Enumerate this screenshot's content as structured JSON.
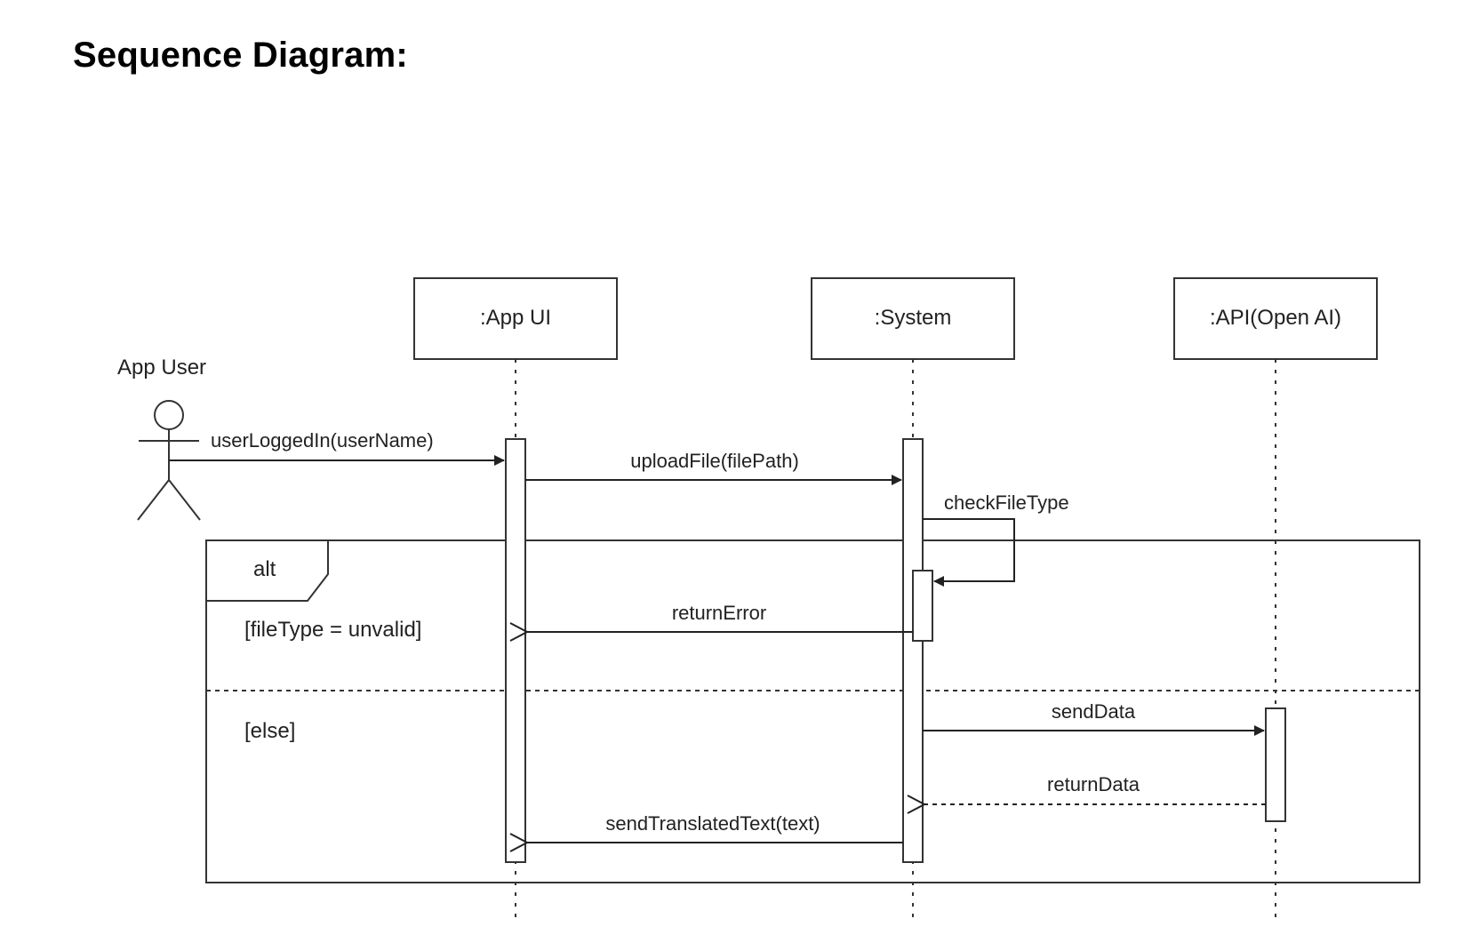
{
  "heading": "Sequence Diagram:",
  "actor": {
    "label": "App User"
  },
  "lifelines": {
    "app_ui": ":App UI",
    "system": ":System",
    "api": ":API(Open AI)"
  },
  "messages": {
    "user_logged_in": "userLoggedIn(userName)",
    "upload_file": "uploadFile(filePath)",
    "check_file_type": "checkFileType",
    "return_error": "returnError",
    "send_data": "sendData",
    "return_data": "returnData",
    "send_translated_text": "sendTranslatedText(text)"
  },
  "fragment": {
    "operator": "alt",
    "guard_1": "[fileType = unvalid]",
    "guard_2": "[else]"
  }
}
